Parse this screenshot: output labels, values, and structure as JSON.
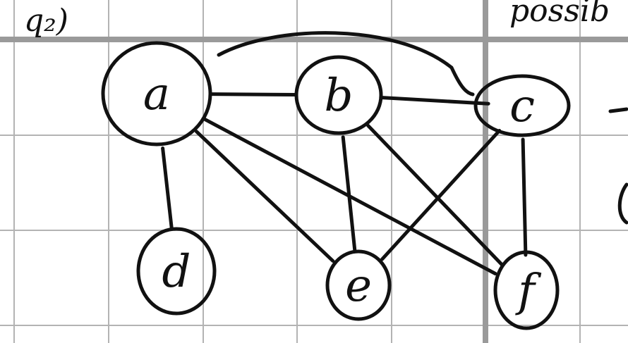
{
  "annotations": {
    "question_label": "q₂)",
    "side_word": "possib"
  },
  "graph": {
    "nodes": [
      {
        "id": "a",
        "label": "a"
      },
      {
        "id": "b",
        "label": "b"
      },
      {
        "id": "c",
        "label": "c"
      },
      {
        "id": "d",
        "label": "d"
      },
      {
        "id": "e",
        "label": "e"
      },
      {
        "id": "f",
        "label": "f"
      }
    ],
    "edges": [
      [
        "a",
        "b"
      ],
      [
        "a",
        "c"
      ],
      [
        "a",
        "d"
      ],
      [
        "a",
        "e"
      ],
      [
        "a",
        "f"
      ],
      [
        "b",
        "c"
      ],
      [
        "b",
        "e"
      ],
      [
        "b",
        "f"
      ],
      [
        "c",
        "e"
      ],
      [
        "c",
        "f"
      ]
    ]
  },
  "colors": {
    "ink": "#111111",
    "grid": "#b3b3b3",
    "grid_thick": "#9a9a9a",
    "paper": "#ffffff"
  }
}
